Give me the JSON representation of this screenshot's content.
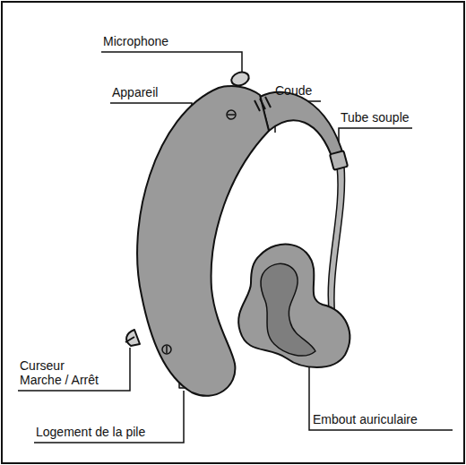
{
  "diagram": {
    "labels": [
      "Microphone",
      "Coude",
      "Appareil",
      "Tube souple",
      "Curseur Marche / Arrêt",
      "Logement de la pile",
      "Embout auriculaire"
    ]
  }
}
